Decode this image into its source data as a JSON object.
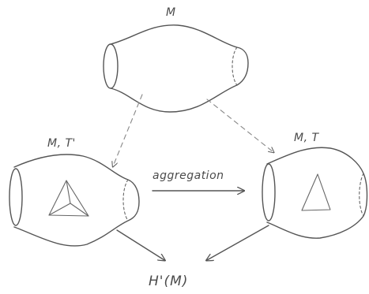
{
  "labels": {
    "top_manifold": "M",
    "left_manifold": "M, T'",
    "right_manifold": "M, T",
    "bottom": "H'(M)",
    "aggregation": "aggregation"
  }
}
